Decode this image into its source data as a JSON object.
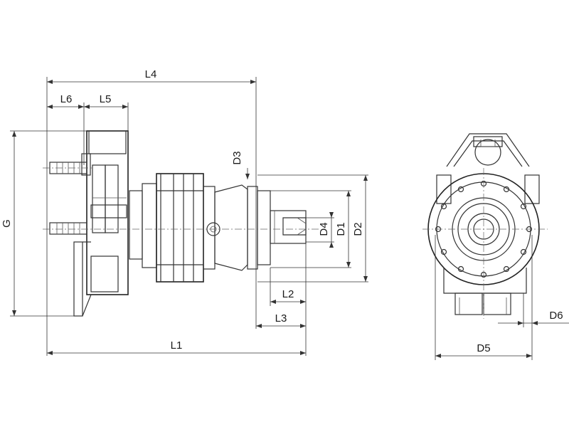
{
  "diagram": {
    "dimension_labels": {
      "L1": "L1",
      "L2": "L2",
      "L3": "L3",
      "L4": "L4",
      "L5": "L5",
      "L6": "L6",
      "D1": "D1",
      "D2": "D2",
      "D3": "D3",
      "D4": "D4",
      "D5": "D5",
      "D6": "D6",
      "G": "G"
    }
  }
}
